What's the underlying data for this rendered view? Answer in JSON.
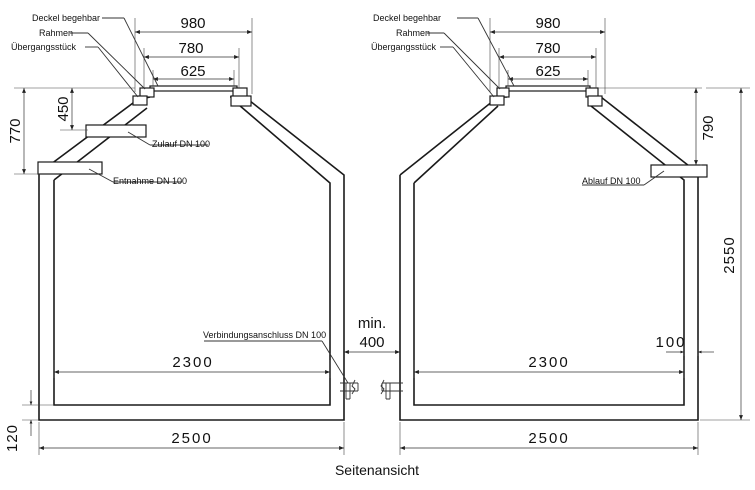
{
  "caption": "Seitenansicht",
  "labels": {
    "deckel": "Deckel begehbar",
    "rahmen": "Rahmen",
    "uebergang": "Übergangsstück",
    "zulauf": "Zulauf DN 100",
    "entnahme": "Entnahme DN 100",
    "verbindung": "Verbindungsanschluss DN 100",
    "ablauf": "Ablauf DN 100"
  },
  "dims": {
    "d980": "980",
    "d780": "780",
    "d625": "625",
    "d770": "770",
    "d450": "450",
    "d790": "790",
    "d2550": "2550",
    "d2300": "2300",
    "d2500": "2500",
    "d120": "120",
    "d100": "100",
    "min": "min.",
    "d400": "400"
  }
}
